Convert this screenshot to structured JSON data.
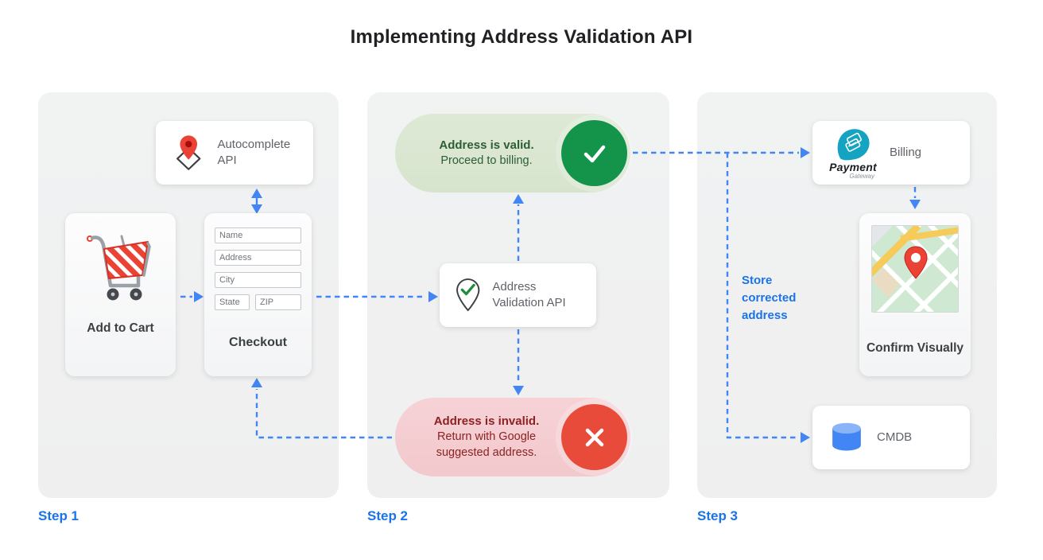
{
  "title": "Implementing Address Validation API",
  "step1": {
    "label": "Step 1",
    "autocomplete_card": {
      "label": "Autocomplete API"
    },
    "add_to_cart_card": {
      "label": "Add to Cart"
    },
    "checkout_card": {
      "label": "Checkout",
      "fields": {
        "name": "Name",
        "address": "Address",
        "city": "City",
        "state": "State",
        "zip": "ZIP"
      }
    }
  },
  "step2": {
    "label": "Step 2",
    "valid_banner": {
      "title": "Address is valid.",
      "subtitle": "Proceed to billing."
    },
    "validation_card": {
      "label": "Address Validation API"
    },
    "invalid_banner": {
      "title": "Address is invalid.",
      "subtitle": "Return with Google suggested address."
    }
  },
  "step3": {
    "label": "Step 3",
    "billing_card": {
      "label": "Billing",
      "logo_title": "Payment",
      "logo_subtitle": "Gateway"
    },
    "confirm_card": {
      "label": "Confirm Visually"
    },
    "cmdb_card": {
      "label": "CMDB"
    },
    "annotation": "Store corrected address"
  },
  "colors": {
    "arrow_blue": "#4285f4",
    "step_label_blue": "#1a73e8",
    "valid_circle_green": "#14944a",
    "valid_pill_bg": "#dce8d2",
    "invalid_circle_red": "#e84b39",
    "invalid_pill_bg": "#f5d1d5",
    "pin_red": "#ea4335",
    "gateway_teal": "#14a3c1",
    "cmdb_blue": "#4285f4"
  }
}
